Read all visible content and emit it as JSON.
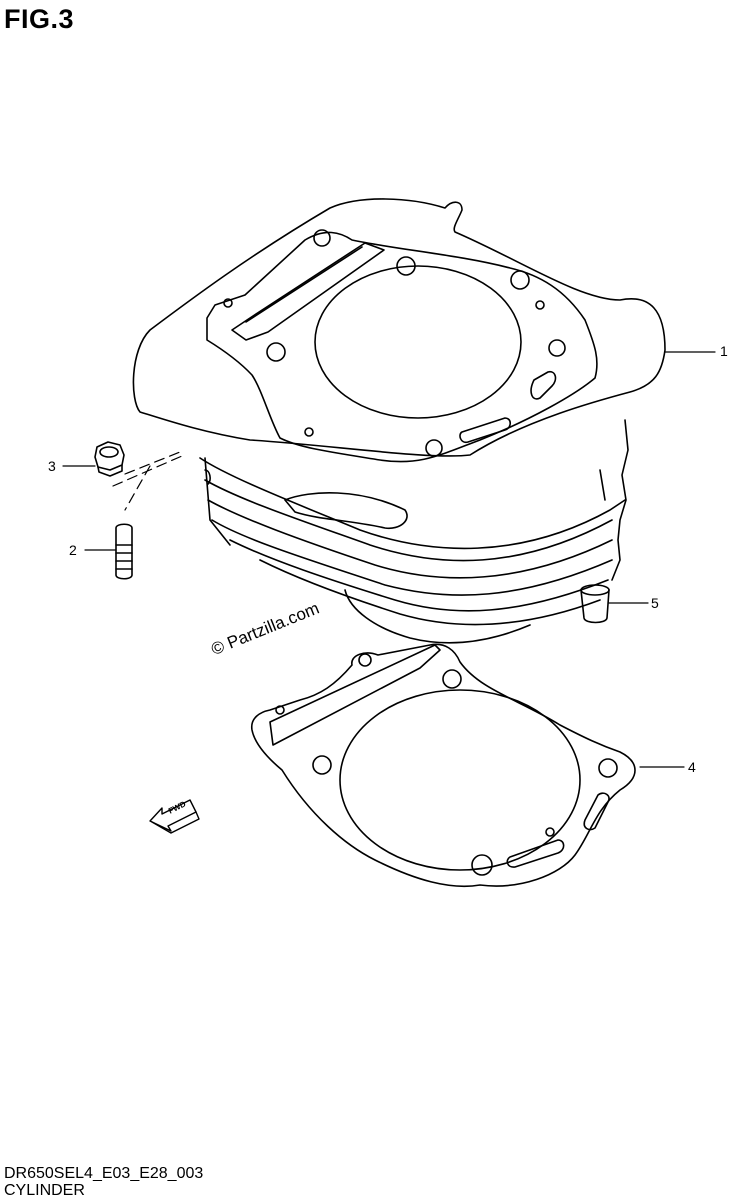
{
  "figure": {
    "title": "FIG.3"
  },
  "footer": {
    "code": "DR650SEL4_E03_E28_003",
    "name": "CYLINDER"
  },
  "watermark": {
    "text": "© Partzilla.com"
  },
  "fwd_arrow": {
    "label": "FWD"
  },
  "callouts": [
    {
      "number": "1",
      "part": "cylinder"
    },
    {
      "number": "2",
      "part": "stud"
    },
    {
      "number": "3",
      "part": "nut"
    },
    {
      "number": "4",
      "part": "cylinder-base-gasket"
    },
    {
      "number": "5",
      "part": "dowel-pin"
    }
  ]
}
